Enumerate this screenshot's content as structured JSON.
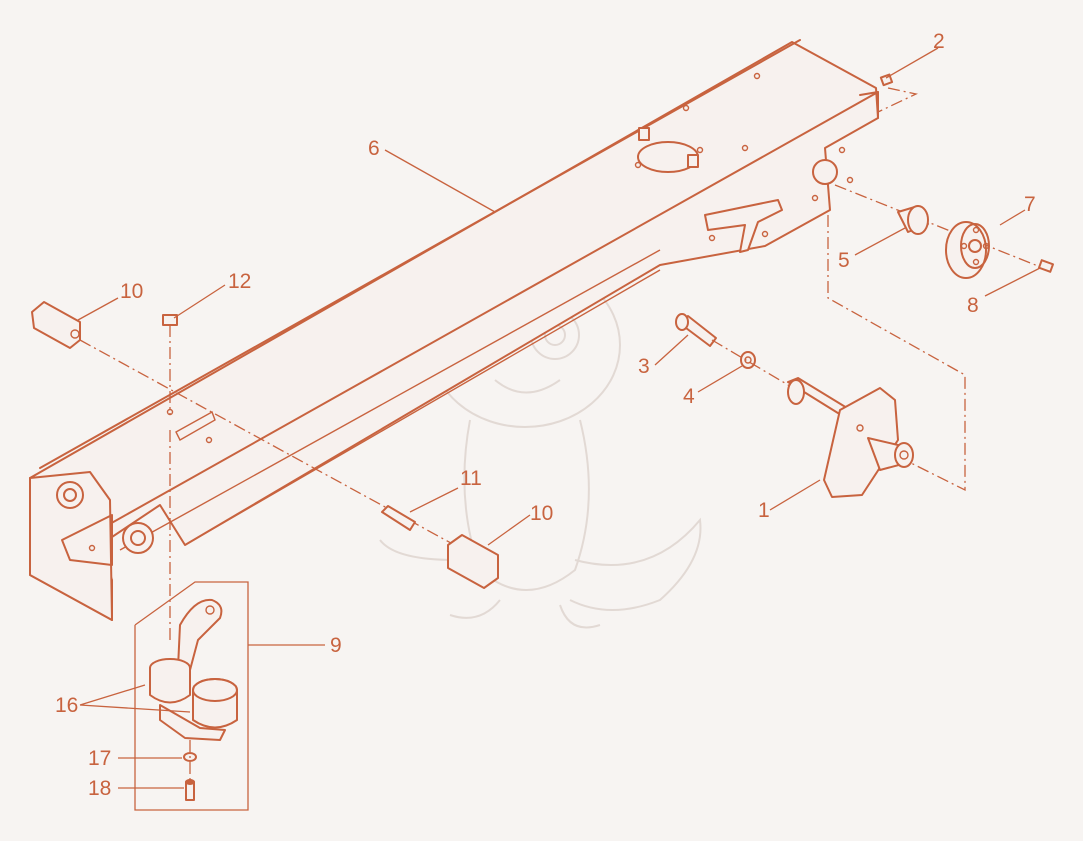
{
  "diagram": {
    "accent_color": "#c8633f",
    "background_color": "#f7f4f2",
    "watermark": "cartoon-dragon",
    "callouts": [
      {
        "id": "1",
        "label": "1"
      },
      {
        "id": "2",
        "label": "2"
      },
      {
        "id": "3",
        "label": "3"
      },
      {
        "id": "4",
        "label": "4"
      },
      {
        "id": "5",
        "label": "5"
      },
      {
        "id": "6",
        "label": "6"
      },
      {
        "id": "7",
        "label": "7"
      },
      {
        "id": "8",
        "label": "8"
      },
      {
        "id": "9",
        "label": "9"
      },
      {
        "id": "10a",
        "label": "10"
      },
      {
        "id": "10b",
        "label": "10"
      },
      {
        "id": "11",
        "label": "11"
      },
      {
        "id": "12",
        "label": "12"
      },
      {
        "id": "16",
        "label": "16"
      },
      {
        "id": "17",
        "label": "17"
      },
      {
        "id": "18",
        "label": "18"
      }
    ]
  }
}
